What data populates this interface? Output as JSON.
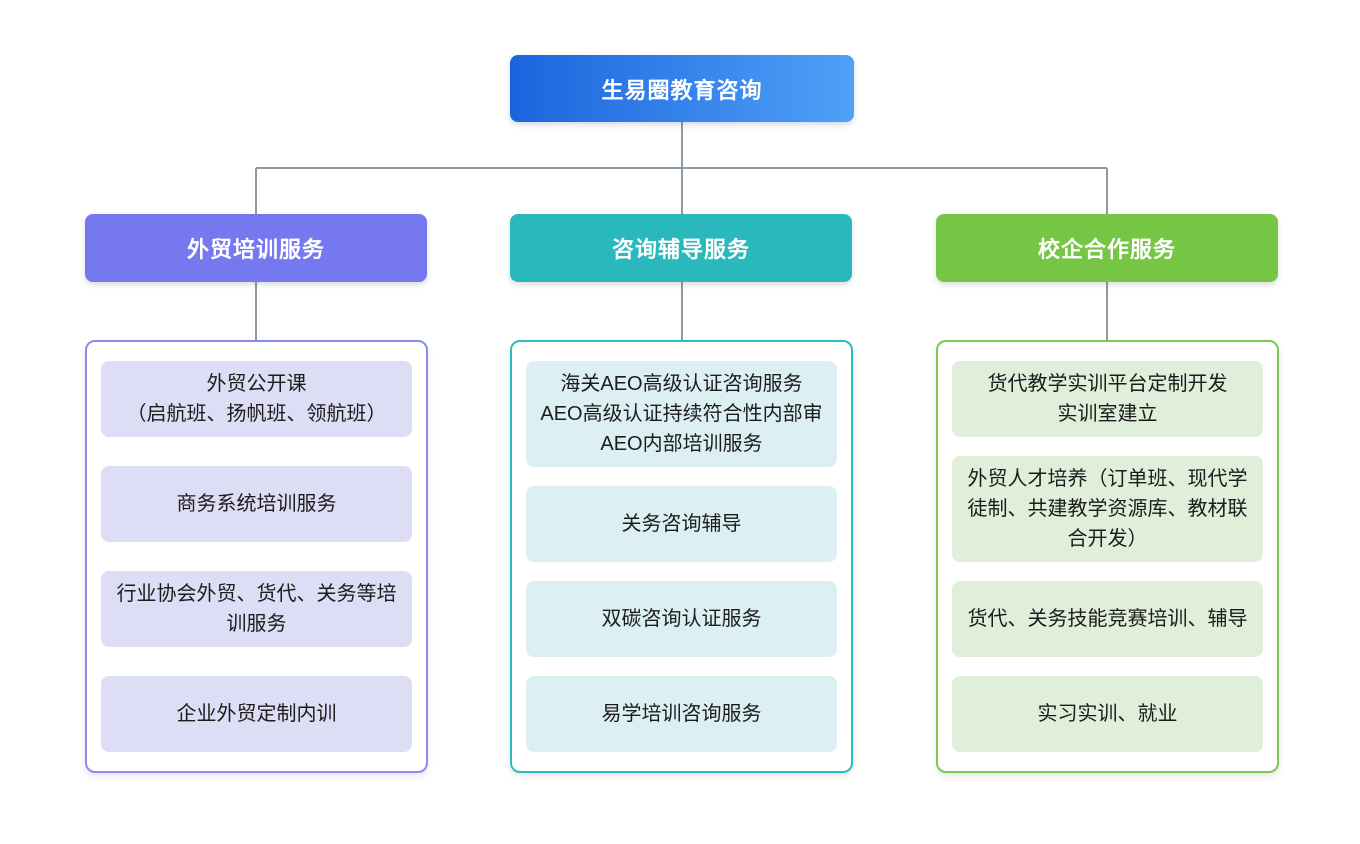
{
  "root": {
    "label": "生易圈教育咨询"
  },
  "branches": [
    {
      "label": "外贸培训服务",
      "items": [
        "外贸公开课\n（启航班、扬帆班、领航班）",
        "商务系统培训服务",
        "行业协会外贸、货代、关务等培训服务",
        "企业外贸定制内训"
      ]
    },
    {
      "label": "咨询辅导服务",
      "items": [
        "海关AEO高级认证咨询服务\nAEO高级认证持续符合性内部审\nAEO内部培训服务",
        "关务咨询辅导",
        "双碳咨询认证服务",
        "易学培训咨询服务"
      ]
    },
    {
      "label": "校企合作服务",
      "items": [
        "货代教学实训平台定制开发\n实训室建立",
        "外贸人才培养（订单班、现代学徒制、共建教学资源库、教材联合开发）",
        "货代、关务技能竞赛培训、辅导",
        "实习实训、就业"
      ]
    }
  ],
  "colors": {
    "root_gradient_start": "#1C64DD",
    "root_gradient_end": "#4FA0F8",
    "branch_purple": "#7678EF",
    "branch_purple_item_bg": "#DEDDF6",
    "branch_purple_border": "#8A8CF2",
    "branch_teal": "#29B9BC",
    "branch_teal_item_bg": "#DCF0F3",
    "branch_teal_border": "#2ABCBE",
    "branch_green": "#77C544",
    "branch_green_item_bg": "#DFEFDA",
    "branch_green_border": "#7DC94E",
    "connector": "#8E9AA4",
    "background": "#FFFFFF",
    "node_text": "#FFFFFF",
    "item_text": "#1C1C1C"
  }
}
